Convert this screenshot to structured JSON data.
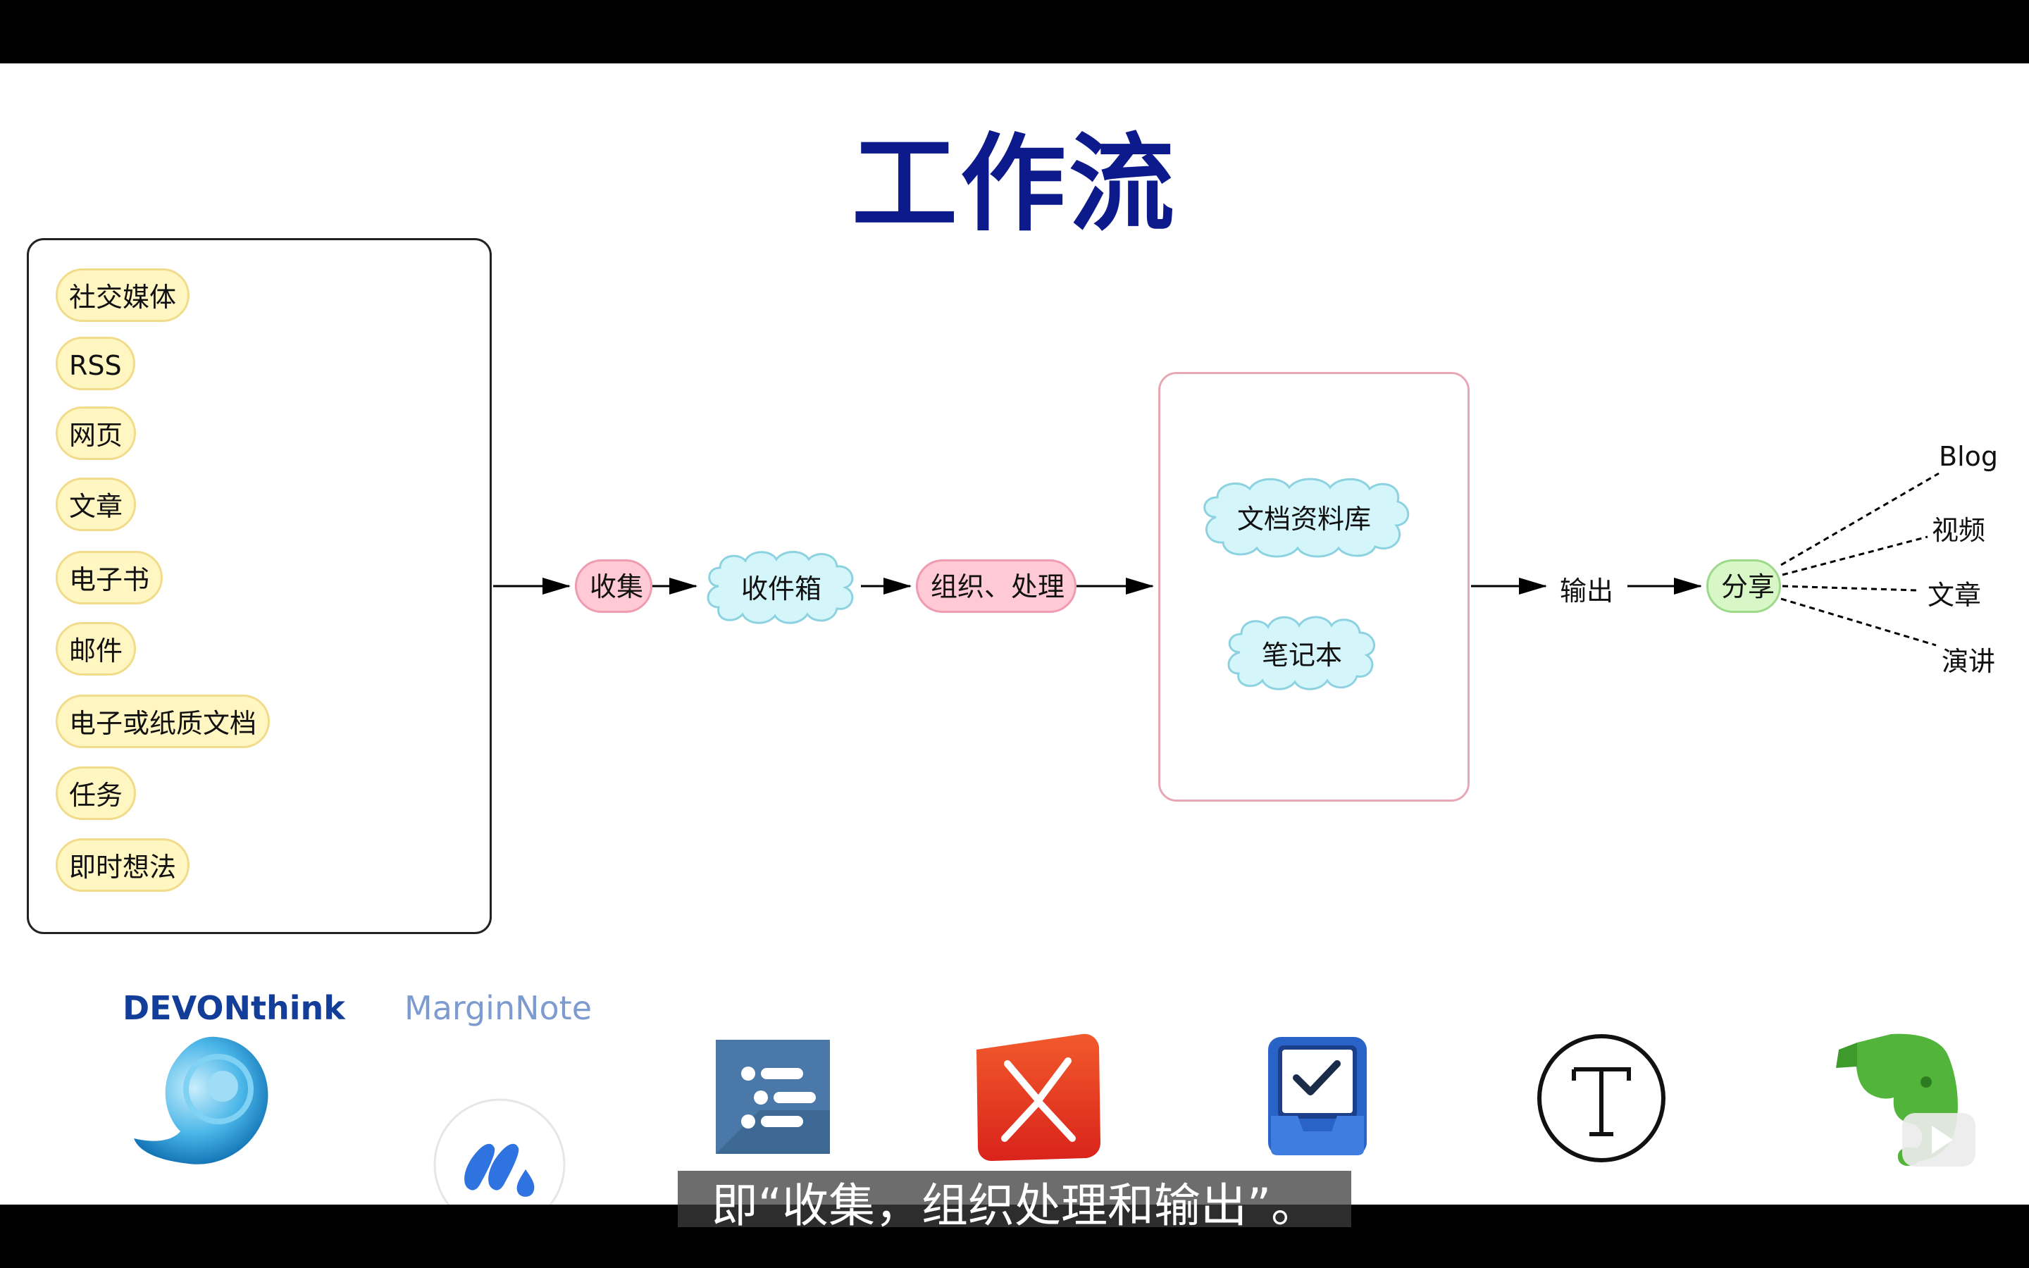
{
  "title": "工作流",
  "sources": [
    "社交媒体",
    "RSS",
    "网页",
    "文章",
    "电子书",
    "邮件",
    "电子或纸质文档",
    "任务",
    "即时想法"
  ],
  "flow": {
    "collect": "收集",
    "inbox": "收件箱",
    "organize": "组织、处理",
    "repository": {
      "items": [
        "文档资料库",
        "笔记本"
      ]
    },
    "output": "输出",
    "share": "分享",
    "share_targets": [
      "Blog",
      "视频",
      "文章",
      "演讲"
    ]
  },
  "apps": {
    "devonthink": {
      "name": "DEVONthink",
      "icon": "devonthink-shell-icon"
    },
    "marginnote": {
      "name": "MarginNote",
      "icon": "marginnote-icon"
    },
    "list_app": {
      "icon": "list-app-icon"
    },
    "pdf_app": {
      "icon": "pdf-expert-icon"
    },
    "task_app": {
      "icon": "task-inbox-icon"
    },
    "typora": {
      "icon": "typora-t-icon"
    },
    "evernote": {
      "icon": "evernote-elephant-icon"
    }
  },
  "colors": {
    "title": "#0d1a8c",
    "source_fill": "#fff6c2",
    "pink_fill": "#ffcad6",
    "cloud_fill": "#d4f6fb",
    "green_fill": "#d8f7c6",
    "devonthink_text": "#123e9a",
    "marginnote_text": "#7e9bd0"
  },
  "subtitle": "即“收集，组织处理和输出”。"
}
